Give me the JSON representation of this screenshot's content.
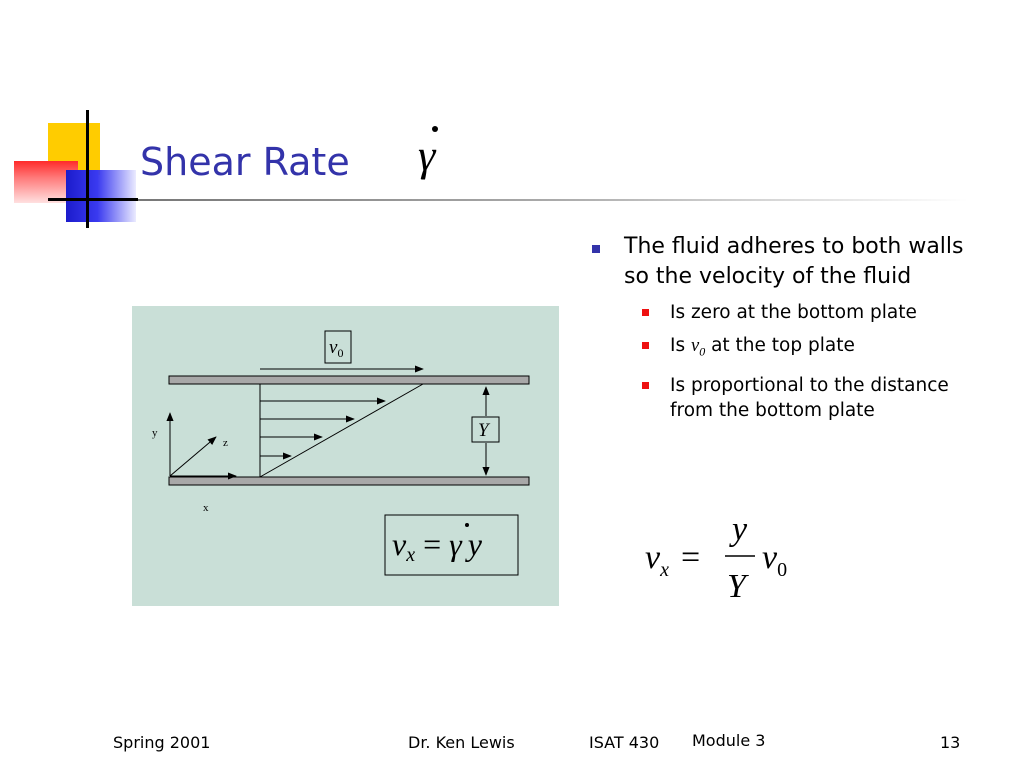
{
  "slide": {
    "title": "Shear Rate",
    "bullets": [
      {
        "text": "The fluid adheres to both walls so the velocity of the fluid",
        "subs": [
          {
            "parts": [
              "Is zero at the bottom plate"
            ]
          },
          {
            "parts": [
              "Is ",
              "v",
              "0",
              " at the top plate"
            ]
          },
          {
            "parts": [
              "Is proportional to the distance from the bottom plate"
            ]
          }
        ]
      }
    ]
  },
  "diagram": {
    "top_velocity_label_symbol": "v",
    "top_velocity_label_subscript": "0",
    "gap_label": "Y",
    "axis_labels": {
      "y": "y",
      "z": "z",
      "x": "x"
    },
    "formula": {
      "lhs": "v",
      "lhs_sub": "x",
      "op": "=",
      "gamma": "γ",
      "rhs": "y"
    },
    "background_color": "#c9dfd7"
  },
  "formula_right": {
    "lhs": "v",
    "lhs_sub": "x",
    "op": "=",
    "numerator": "y",
    "denominator": "Y",
    "rhs": "v",
    "rhs_sub": "0"
  },
  "footer": {
    "date": "Spring 2001",
    "author": "Dr. Ken Lewis",
    "course": "ISAT 430",
    "module": "Module 3",
    "page": "13"
  },
  "colors": {
    "title": "#3333aa",
    "bullet_level1": "#3333aa",
    "bullet_level2": "#ee1111",
    "deco_yellow": "#ffcc00",
    "deco_red": "#ff2a2a",
    "deco_blue": "#1c1ccc"
  }
}
